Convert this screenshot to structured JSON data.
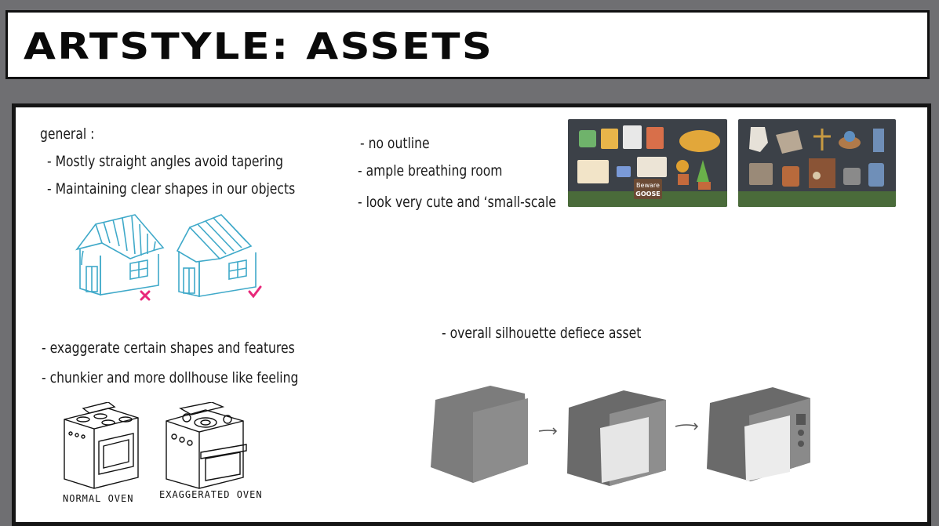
{
  "title": "ARTSTYLE: ASSETS",
  "general": {
    "heading": "general :",
    "bullets": [
      "- Mostly straight angles avoid tapering",
      "- Maintaining clear shapes in our objects"
    ]
  },
  "style_notes": [
    "- no outline",
    "- ample breathing room",
    "- look very cute and ‘small-scale"
  ],
  "exaggerate_notes": [
    "- exaggerate certain shapes and features",
    "- chunkier and more dollhouse like feeling"
  ],
  "silhouette_note": "-  overall silhouette defiece asset",
  "oven_captions": {
    "normal": "NORMAL OVEN",
    "exaggerated": "EXAGGERATED OVEN"
  },
  "screenshot_sign": {
    "line1": "Beware",
    "line2": "GOOSE"
  },
  "colors": {
    "house_sketch": "#3fa9c9",
    "wrong_mark": "#e8287a",
    "right_mark": "#e8287a",
    "screenshot_bg": "#3c4148"
  }
}
